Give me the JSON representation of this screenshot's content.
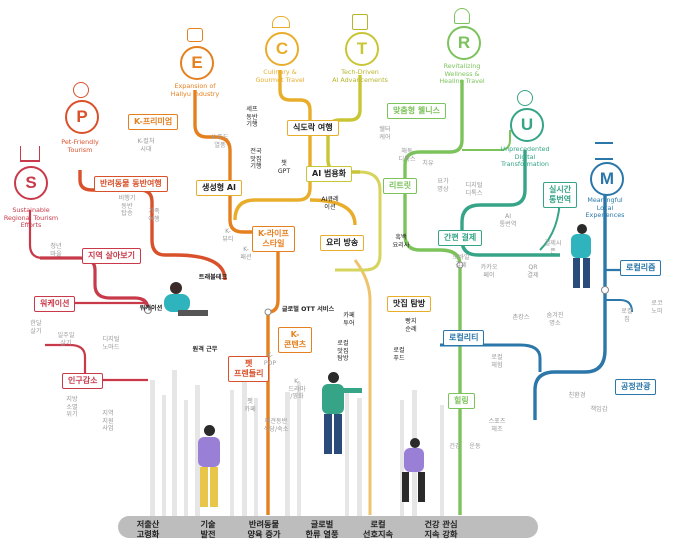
{
  "trends": [
    {
      "letter": "S",
      "caption": "Sustainable\nRegional Tourism\nEfforts",
      "color": "#c83a4a"
    },
    {
      "letter": "P",
      "caption": "Pet-Friendly\nTourism",
      "color": "#d9512b"
    },
    {
      "letter": "E",
      "caption": "Expansion of\nHallyu Industry",
      "color": "#e5801f"
    },
    {
      "letter": "C",
      "caption": "Culinary &\nGourmet Travel",
      "color": "#e9ad2c"
    },
    {
      "letter": "T",
      "caption": "Tech-Driven\nAI Advancements",
      "color": "#c8c634"
    },
    {
      "letter": "R",
      "caption": "Revitalizing\nWellness &\nHealing Travel",
      "color": "#7cc35b"
    },
    {
      "letter": "U",
      "caption": "Unprecedented\nDigital\nTransformation",
      "color": "#36a487"
    },
    {
      "letter": "M",
      "caption": "Meaningful\nLocal\nExperiences",
      "color": "#2b77aa"
    }
  ],
  "stations": {
    "k_premium": "K-프리미엄",
    "pet_travel": "반려동물 동반여행",
    "live_local": "지역 살아보기",
    "workation": "워케이션",
    "population": "인구감소",
    "k_life": "K-라이프\n스타일",
    "gen_ai": "생성형 AI",
    "food_travel": "식도락 여행",
    "ai_concierge": "AI 범용화",
    "cooking_show": "요리 방송",
    "healthy_wellness": "맞춤형 웰니스",
    "retreat": "리트릿",
    "easy_pay": "간편 결제",
    "realtime_tr": "실시간\n통번역",
    "localism": "로컬리즘",
    "localrity": "로컬리티",
    "fair_tour": "공정관광",
    "healing": "힐링",
    "matjip": "맛집 탐방",
    "k_contents": "K-\n콘텐츠",
    "pet_friendly": "펫\n프렌들리"
  },
  "subs": {
    "k_culture": "K-컬처\n시대",
    "k_food": "K-푸드\n열풍",
    "world_tasty": "세프\n동반\n기행",
    "local_gourmet": "전국\n맛집\n기행",
    "chat_gpt": "챗\nGPT",
    "ai_curation": "AI큐레\n이션",
    "non_face": "비행기\n동반\n탑승",
    "family": "가족\n여행",
    "youth": "청년\n마을",
    "one_month": "한달\n살기",
    "workation_stay": "일주일\n살기",
    "digital_nomad": "디지털\n노마드",
    "local_extinct": "지방\n소멸\n위기",
    "local_support": "지역\n지원\n사업",
    "k_beauty": "K-\n뷰티",
    "k_fashion": "K-\n패션",
    "k_pop": "K-\nPOP",
    "k_drama": "K-\n드라마\n/영화",
    "pet_cafe": "펫\n카페",
    "pet_service": "애견동반\n식당/숙소",
    "cafe_tour": "카페\n투어",
    "local_food": "로컬\n맛집\n탐방",
    "local_food2": "로컬\n푸드",
    "black_white": "흑백\n요리사",
    "pilgrimage": "빵지\n순례",
    "shelter": "쉘터\n케어",
    "detox": "해독\n디톡스",
    "therapy": "치유",
    "yoga": "요가\n명상",
    "digital_detox": "디지털\n디톡스",
    "ai_interpret": "AI\n통번역",
    "mobile_pay": "모바일\n결제",
    "kakao_pay": "카카오\n페이",
    "qr_pay": "QR\n결제",
    "cashless": "결제시\n픈",
    "village": "촌캉스",
    "hidden_spot": "숨겨진\n명소",
    "local_exp": "로컬\n체험",
    "local_house": "로컬\n집",
    "local_nomad": "로코\n노미",
    "eco": "친환경",
    "responsibility": "책임감",
    "stay_healing": "건강",
    "sports": "스포츠\n체조",
    "healthy_life": "운동"
  },
  "labels": {
    "travel_tech": "트래블테크",
    "workcation_lab": "워케이션",
    "remote_work": "원격 근무",
    "global_ott": "글로벌 OTT 서비스"
  },
  "bottom": [
    "저출산\n고령화",
    "기술\n발전",
    "반려동물\n양육 증가",
    "글로벌\n한류 열풍",
    "로컬\n선호지속",
    "건강 관심\n지속 강화"
  ]
}
